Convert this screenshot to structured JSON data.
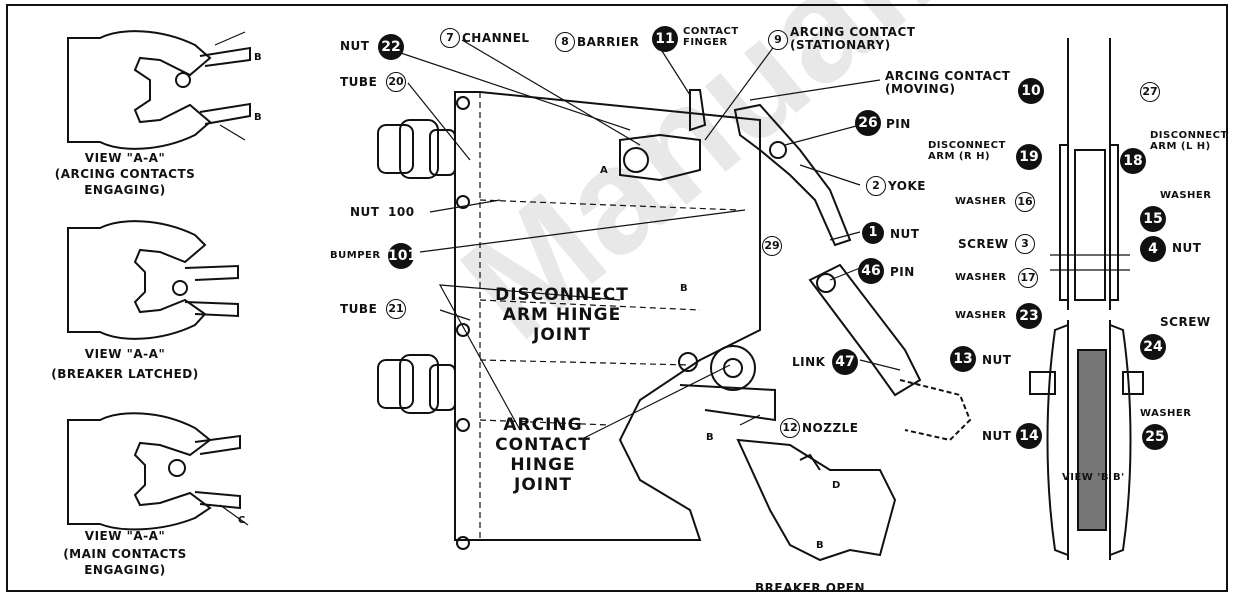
{
  "watermark": "ManualPartMaster",
  "views": {
    "view1_title": "VIEW \"A-A\"",
    "view1_desc": "(ARCING CONTACTS ENGAGING)",
    "view2_title": "VIEW \"A-A\"",
    "view2_desc": "(BREAKER LATCHED)",
    "view3_title": "VIEW \"A-A\"",
    "view3_desc": "(MAIN CONTACTS ENGAGING)",
    "dim_b1": "b",
    "dim_b2": "b",
    "dim_c": "c",
    "view_bb": "VIEW 'B B'",
    "breaker_open": "BREAKER OPEN",
    "dim_d": "d"
  },
  "labels": {
    "nut22": "NUT",
    "channel": "CHANNEL",
    "barrier": "BARRIER",
    "contact_finger": "CONTACT FINGER",
    "arcing_stationary": "ARCING CONTACT (STATIONARY)",
    "arcing_moving": "ARCING CONTACT (MOVING)",
    "tube20": "TUBE",
    "pin26": "PIN",
    "yoke": "YOKE",
    "nut100": "NUT",
    "nut1": "NUT",
    "bumper": "BUMPER",
    "pin46": "PIN",
    "disconnect_hinge": "DISCONNECT ARM HINGE JOINT",
    "arcing_hinge": "ARCING CONTACT HINGE JOINT",
    "tube21": "TUBE",
    "link": "LINK",
    "nut13": "NUT",
    "nozzle": "NOZZLE",
    "disconnect_rh": "DISCONNECT ARM (R H)",
    "disconnect_lh": "DISCONNECT ARM (L H)",
    "washer16": "WASHER",
    "washer15": "WASHER",
    "screw3": "SCREW",
    "nut4": "NUT",
    "washer17": "WASHER",
    "washer23": "WASHER",
    "screw24": "SCREW",
    "washer25": "WASHER",
    "nut14": "NUT",
    "section_a": "A",
    "section_b1": "B",
    "section_b2": "B",
    "section_b3": "B"
  },
  "callouts": {
    "n22": "22",
    "n7": "7",
    "n8": "8",
    "n11": "11",
    "n9": "9",
    "n10": "10",
    "n27": "27",
    "n20": "20",
    "n26": "26",
    "n19": "19",
    "n18": "18",
    "n2": "2",
    "n100": "100",
    "n16": "16",
    "n15": "15",
    "n3": "3",
    "n4": "4",
    "n1": "1",
    "n29": "29",
    "n101": "101",
    "n17": "17",
    "n46": "46",
    "n21": "21",
    "n23": "23",
    "n24": "24",
    "n47": "47",
    "n13": "13",
    "n12": "12",
    "n14": "14",
    "n25": "25"
  }
}
